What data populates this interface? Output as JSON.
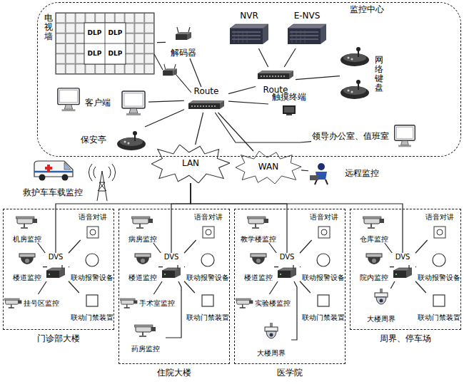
{
  "diagram": {
    "nodes": [
      {
        "text": [
          "监控中心"
        ]
      },
      {
        "text": [
          "电视墙",
          "DLP",
          "DLP",
          "DLP",
          "DLP"
        ],
        "in": 0
      },
      {
        "text": [
          "解码器"
        ],
        "in": 0
      },
      {
        "text": [
          "NVR"
        ],
        "in": 0
      },
      {
        "text": [
          "E-NVS"
        ],
        "in": 0
      },
      {
        "text": [
          "Route"
        ],
        "in": 0
      },
      {
        "text": [
          "网络键盘"
        ],
        "in": 0
      },
      {
        "text": [
          "Route"
        ],
        "in": 0
      },
      {
        "text": [
          "客户端"
        ],
        "in": 0
      },
      {
        "text": [
          "保安亭"
        ],
        "in": 0
      },
      {
        "text": [
          "触摸终端"
        ],
        "in": 0
      },
      {
        "text": [
          "领导办公室、值班室"
        ],
        "in": 0
      },
      {
        "text": [
          "LAN"
        ]
      },
      {
        "text": [
          "WAN"
        ]
      },
      {
        "text": [
          "救护车车载监控"
        ]
      },
      {
        "text": [
          "远程监控"
        ]
      },
      {
        "text": [
          "门诊部大楼"
        ]
      },
      {
        "text": [
          "机房监控"
        ],
        "in": 16
      },
      {
        "text": [
          "楼道监控"
        ],
        "in": 16
      },
      {
        "text": [
          "挂号区监控"
        ],
        "in": 16
      },
      {
        "text": [
          "DVS"
        ],
        "in": 16
      },
      {
        "text": [
          "语音对讲"
        ],
        "in": 16
      },
      {
        "text": [
          "联动报警设备"
        ],
        "in": 16
      },
      {
        "text": [
          "联动门禁装置"
        ],
        "in": 16
      },
      {
        "text": [
          "住院大楼"
        ]
      },
      {
        "text": [
          "病房监控"
        ],
        "in": 24
      },
      {
        "text": [
          "楼道监控"
        ],
        "in": 24
      },
      {
        "text": [
          "手术室监控"
        ],
        "in": 24
      },
      {
        "text": [
          "药房监控"
        ],
        "in": 24
      },
      {
        "text": [
          "DVS"
        ],
        "in": 24
      },
      {
        "text": [
          "语音对讲"
        ],
        "in": 24
      },
      {
        "text": [
          "联动报警设备"
        ],
        "in": 24
      },
      {
        "text": [
          "联动门禁装置"
        ],
        "in": 24
      },
      {
        "text": [
          "医学院"
        ]
      },
      {
        "text": [
          "教学楼监控"
        ],
        "in": 33
      },
      {
        "text": [
          "楼道监控"
        ],
        "in": 33
      },
      {
        "text": [
          "实验楼监控"
        ],
        "in": 33
      },
      {
        "text": [
          "大楼周界"
        ],
        "in": 33
      },
      {
        "text": [
          "DVS"
        ],
        "in": 33
      },
      {
        "text": [
          "语音对讲"
        ],
        "in": 33
      },
      {
        "text": [
          "联动报警设备"
        ],
        "in": 33
      },
      {
        "text": [
          "联动门禁装置"
        ],
        "in": 33
      },
      {
        "text": [
          "周界、停车场"
        ]
      },
      {
        "text": [
          "仓库监控"
        ],
        "in": 42
      },
      {
        "text": [
          "院内监控"
        ],
        "in": 42
      },
      {
        "text": [
          "大楼周界"
        ],
        "in": 42
      },
      {
        "text": [
          "DVS"
        ],
        "in": 42
      },
      {
        "text": [
          "语音对讲"
        ],
        "in": 42
      },
      {
        "text": [
          "联动报警设备"
        ],
        "in": 42
      },
      {
        "text": [
          "联动门禁装置"
        ],
        "in": 42
      }
    ],
    "edges": [
      {
        "from": 1,
        "to": 2,
        "arrow": "none"
      },
      {
        "from": 2,
        "to": 7,
        "arrow": "none"
      },
      {
        "from": 3,
        "to": 5,
        "arrow": "none"
      },
      {
        "from": 4,
        "to": 5,
        "arrow": "none"
      },
      {
        "from": 5,
        "to": 6,
        "arrow": "none"
      },
      {
        "from": 5,
        "to": 7,
        "arrow": "none"
      },
      {
        "from": 8,
        "to": 7,
        "arrow": "none"
      },
      {
        "from": 9,
        "to": 7,
        "arrow": "none"
      },
      {
        "from": 10,
        "to": 7,
        "arrow": "none"
      },
      {
        "from": 11,
        "to": 7,
        "arrow": "none"
      },
      {
        "from": 7,
        "to": 12,
        "arrow": "none"
      },
      {
        "from": 7,
        "to": 13,
        "arrow": "none"
      },
      {
        "from": 13,
        "to": 15,
        "arrow": "none"
      },
      {
        "from": 12,
        "to": 20,
        "arrow": "none"
      },
      {
        "from": 12,
        "to": 29,
        "arrow": "none"
      },
      {
        "from": 12,
        "to": 38,
        "arrow": "none"
      },
      {
        "from": 12,
        "to": 46,
        "arrow": "none"
      },
      {
        "from": 17,
        "to": 20,
        "arrow": "none"
      },
      {
        "from": 18,
        "to": 20,
        "arrow": "none"
      },
      {
        "from": 19,
        "to": 20,
        "arrow": "none"
      },
      {
        "from": 20,
        "to": 21,
        "arrow": "none"
      },
      {
        "from": 20,
        "to": 22,
        "arrow": "none"
      },
      {
        "from": 20,
        "to": 23,
        "arrow": "none"
      },
      {
        "from": 25,
        "to": 29,
        "arrow": "none"
      },
      {
        "from": 26,
        "to": 29,
        "arrow": "none"
      },
      {
        "from": 27,
        "to": 29,
        "arrow": "none"
      },
      {
        "from": 28,
        "to": 29,
        "arrow": "none"
      },
      {
        "from": 29,
        "to": 30,
        "arrow": "none"
      },
      {
        "from": 29,
        "to": 31,
        "arrow": "none"
      },
      {
        "from": 29,
        "to": 32,
        "arrow": "none"
      },
      {
        "from": 34,
        "to": 38,
        "arrow": "none"
      },
      {
        "from": 35,
        "to": 38,
        "arrow": "none"
      },
      {
        "from": 36,
        "to": 38,
        "arrow": "none"
      },
      {
        "from": 37,
        "to": 38,
        "arrow": "none"
      },
      {
        "from": 38,
        "to": 39,
        "arrow": "none"
      },
      {
        "from": 38,
        "to": 40,
        "arrow": "none"
      },
      {
        "from": 38,
        "to": 41,
        "arrow": "none"
      },
      {
        "from": 43,
        "to": 46,
        "arrow": "none"
      },
      {
        "from": 44,
        "to": 46,
        "arrow": "none"
      },
      {
        "from": 45,
        "to": 46,
        "arrow": "none"
      },
      {
        "from": 46,
        "to": 47,
        "arrow": "none"
      },
      {
        "from": 46,
        "to": 48,
        "arrow": "none"
      },
      {
        "from": 46,
        "to": 49,
        "arrow": "none"
      }
    ]
  }
}
